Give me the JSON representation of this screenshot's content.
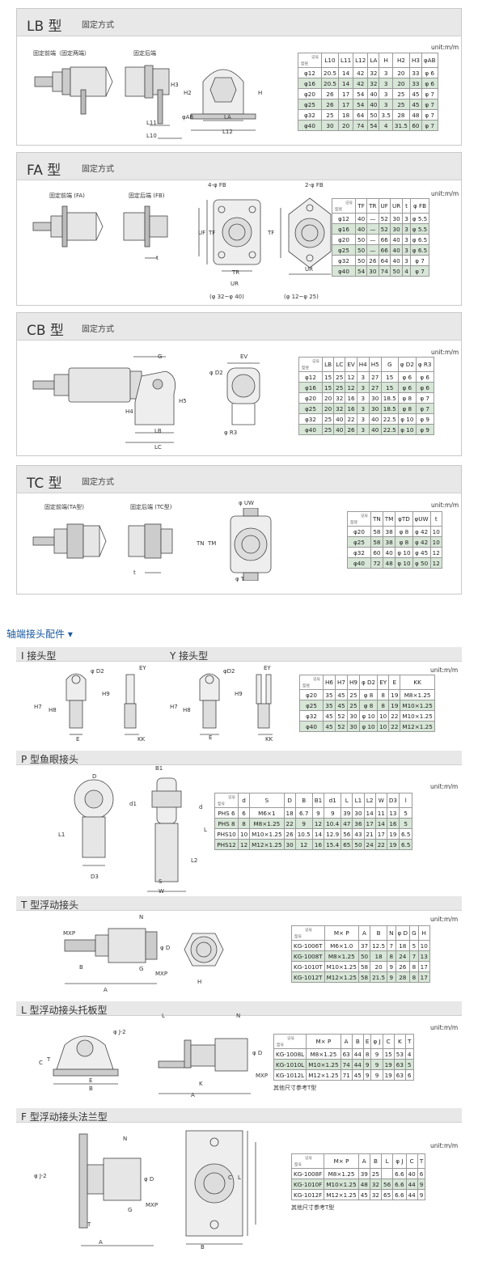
{
  "lb": {
    "title": "LB 型",
    "sub": "固定方式",
    "front": "固定前端（固定两端）",
    "rear": "固定后端",
    "unit": "unit:m/m",
    "corner_a": "记号",
    "corner_b": "型径",
    "dims": [
      "H3",
      "H2",
      "L11",
      "L10",
      "φAB",
      "LA",
      "L12",
      "H"
    ],
    "headers": [
      "L10",
      "L11",
      "L12",
      "LA",
      "H",
      "H2",
      "H3",
      "φAB"
    ],
    "rows": [
      [
        "φ12",
        "20.5",
        "14",
        "42",
        "32",
        "3",
        "20",
        "33",
        "φ 6"
      ],
      [
        "φ16",
        "20.5",
        "14",
        "42",
        "32",
        "3",
        "20",
        "33",
        "φ 6"
      ],
      [
        "φ20",
        "26",
        "17",
        "54",
        "40",
        "3",
        "25",
        "45",
        "φ 7"
      ],
      [
        "φ25",
        "26",
        "17",
        "54",
        "40",
        "3",
        "25",
        "45",
        "φ 7"
      ],
      [
        "φ32",
        "25",
        "18",
        "64",
        "50",
        "3.5",
        "28",
        "48",
        "φ 7"
      ],
      [
        "φ40",
        "30",
        "20",
        "74",
        "54",
        "4",
        "31.5",
        "60",
        "φ 7"
      ]
    ]
  },
  "fa": {
    "title": "FA 型",
    "sub": "固定方式",
    "front": "固定前端 (FA)",
    "rear": "固定后端 (FB)",
    "unit": "unit:m/m",
    "corner_a": "记号",
    "corner_b": "型径",
    "fb4": "4-φ FB",
    "fb2": "2-φ FB",
    "cap1": "(φ 32~φ 40)",
    "cap2": "(φ 12~φ 25)",
    "dims": [
      "UF",
      "TF",
      "TR",
      "UR",
      "t"
    ],
    "headers": [
      "TF",
      "TR",
      "UF",
      "UR",
      "t",
      "φ FB"
    ],
    "rows": [
      [
        "φ12",
        "40",
        "—",
        "52",
        "30",
        "3",
        "φ 5.5"
      ],
      [
        "φ16",
        "40",
        "—",
        "52",
        "30",
        "3",
        "φ 5.5"
      ],
      [
        "φ20",
        "50",
        "—",
        "66",
        "40",
        "3",
        "φ 6.5"
      ],
      [
        "φ25",
        "50",
        "—",
        "66",
        "40",
        "3",
        "φ 6.5"
      ],
      [
        "φ32",
        "50",
        "26",
        "64",
        "40",
        "3",
        "φ 7"
      ],
      [
        "φ40",
        "54",
        "30",
        "74",
        "50",
        "4",
        "φ 7"
      ]
    ]
  },
  "cb": {
    "title": "CB 型",
    "sub": "固定方式",
    "unit": "unit:m/m",
    "corner_a": "记号",
    "corner_b": "型径",
    "dims": [
      "G",
      "H4",
      "LB",
      "LC",
      "H5",
      "φ D2",
      "EV",
      "φ R3"
    ],
    "headers": [
      "LB",
      "LC",
      "EV",
      "H4",
      "H5",
      "G",
      "φ D2",
      "φ R3"
    ],
    "rows": [
      [
        "φ12",
        "15",
        "25",
        "12",
        "3",
        "27",
        "15",
        "φ 6",
        "φ 6"
      ],
      [
        "φ16",
        "15",
        "25",
        "12",
        "3",
        "27",
        "15",
        "φ 6",
        "φ 6"
      ],
      [
        "φ20",
        "20",
        "32",
        "16",
        "3",
        "30",
        "18.5",
        "φ 8",
        "φ 7"
      ],
      [
        "φ25",
        "20",
        "32",
        "16",
        "3",
        "30",
        "18.5",
        "φ 8",
        "φ 7"
      ],
      [
        "φ32",
        "25",
        "40",
        "22",
        "3",
        "40",
        "22.5",
        "φ 10",
        "φ 9"
      ],
      [
        "φ40",
        "25",
        "40",
        "26",
        "3",
        "40",
        "22.5",
        "φ 10",
        "φ 9"
      ]
    ]
  },
  "tc": {
    "title": "TC 型",
    "sub": "固定方式",
    "front": "固定前端(TA型)",
    "rear": "固定后端 (TC型)",
    "unit": "unit:m/m",
    "corner_a": "记号",
    "corner_b": "型径",
    "dims": [
      "φ UW",
      "TN",
      "TM",
      "φ TD",
      "t"
    ],
    "headers": [
      "TN",
      "TM",
      "φTD",
      "φUW",
      "t"
    ],
    "rows": [
      [
        "φ20",
        "58",
        "38",
        "φ 8",
        "φ 42",
        "10"
      ],
      [
        "φ25",
        "58",
        "38",
        "φ 8",
        "φ 42",
        "10"
      ],
      [
        "φ32",
        "60",
        "40",
        "φ 10",
        "φ 45",
        "12"
      ],
      [
        "φ40",
        "72",
        "48",
        "φ 10",
        "φ 50",
        "12"
      ]
    ]
  },
  "accessories_title": "轴端接头配件 ▾",
  "iy": {
    "title_i": "I 接头型",
    "title_y": "Y 接头型",
    "unit": "unit:m/m",
    "corner_a": "记号",
    "corner_b": "型径",
    "dims": [
      "φ D2",
      "EY",
      "H7",
      "H8",
      "H9",
      "E",
      "KK",
      "φD2"
    ],
    "headers": [
      "H6",
      "H7",
      "H9",
      "φ D2",
      "EY",
      "E",
      "KK"
    ],
    "rows": [
      [
        "φ20",
        "35",
        "45",
        "25",
        "φ 8",
        "8",
        "19",
        "M8×1.25"
      ],
      [
        "φ25",
        "35",
        "45",
        "25",
        "φ 8",
        "8",
        "19",
        "M10×1.25"
      ],
      [
        "φ32",
        "45",
        "52",
        "30",
        "φ 10",
        "10",
        "22",
        "M10×1.25"
      ],
      [
        "φ40",
        "45",
        "52",
        "30",
        "φ 10",
        "10",
        "22",
        "M12×1.25"
      ]
    ]
  },
  "p": {
    "title": "P 型鱼眼接头",
    "unit": "unit:m/m",
    "corner_a": "记号",
    "corner_b": "型号",
    "dims": [
      "D",
      "B1",
      "d1",
      "d",
      "L1",
      "L",
      "L2",
      "D3",
      "S",
      "W"
    ],
    "headers": [
      "d",
      "S",
      "D",
      "B",
      "B1",
      "d1",
      "L",
      "L1",
      "L2",
      "W",
      "D3",
      "l"
    ],
    "rows": [
      [
        "PHS 6",
        "6",
        "M6×1",
        "18",
        "6.7",
        "9",
        "9",
        "39",
        "30",
        "14",
        "11",
        "13",
        "5"
      ],
      [
        "PHS 8",
        "8",
        "M8×1.25",
        "22",
        "9",
        "12",
        "10.4",
        "47",
        "36",
        "17",
        "14",
        "16",
        "5"
      ],
      [
        "PHS10",
        "10",
        "M10×1.25",
        "26",
        "10.5",
        "14",
        "12.9",
        "56",
        "43",
        "21",
        "17",
        "19",
        "6.5"
      ],
      [
        "PHS12",
        "12",
        "M12×1.25",
        "30",
        "12",
        "16",
        "15.4",
        "65",
        "50",
        "24",
        "22",
        "19",
        "6.5"
      ]
    ]
  },
  "t": {
    "title": "T 型浮动接头",
    "unit": "unit:m/m",
    "corner_a": "记号",
    "corner_b": "型号",
    "dims": [
      "N",
      "MXP",
      "φ D",
      "B",
      "G",
      "MXP",
      "A",
      "H"
    ],
    "headers": [
      "M× P",
      "A",
      "B",
      "N",
      "φ D",
      "G",
      "H"
    ],
    "rows": [
      [
        "KG-1006T",
        "M6×1.0",
        "37",
        "12.5",
        "7",
        "18",
        "5",
        "10"
      ],
      [
        "KG-1008T",
        "M8×1.25",
        "50",
        "18",
        "8",
        "24",
        "7",
        "13"
      ],
      [
        "KG-1010T",
        "M10×1.25",
        "58",
        "20",
        "9",
        "26",
        "8",
        "17"
      ],
      [
        "KG-1012T",
        "M12×1.25",
        "58",
        "21.5",
        "9",
        "28",
        "8",
        "17"
      ]
    ]
  },
  "l": {
    "title": "L 型浮动接头托板型",
    "unit": "unit:m/m",
    "corner_a": "记号",
    "corner_b": "型号",
    "note": "其他尺寸参考T型",
    "dims": [
      "φ J-2",
      "L",
      "N",
      "C",
      "T",
      "E",
      "B",
      "φ D",
      "K",
      "MXP",
      "A"
    ],
    "headers": [
      "M× P",
      "A",
      "B",
      "E",
      "φ J",
      "C",
      "K",
      "T"
    ],
    "rows": [
      [
        "KG-1008L",
        "M8×1.25",
        "63",
        "44",
        "8",
        "9",
        "15",
        "53",
        "4"
      ],
      [
        "KG-1010L",
        "M10×1.25",
        "74",
        "44",
        "9",
        "9",
        "19",
        "63",
        "5"
      ],
      [
        "KG-1012L",
        "M12×1.25",
        "71",
        "45",
        "9",
        "9",
        "19",
        "63",
        "6"
      ]
    ]
  },
  "f": {
    "title": "F 型浮动接头法兰型",
    "unit": "unit:m/m",
    "corner_a": "记号",
    "corner_b": "型号",
    "note": "其他尺寸参考T型",
    "dims": [
      "φ J-2",
      "N",
      "φ D",
      "MXP",
      "G",
      "T",
      "A",
      "C",
      "L",
      "B"
    ],
    "headers": [
      "M× P",
      "A",
      "B",
      "L",
      "φ J",
      "C",
      "T"
    ],
    "rows": [
      [
        "KG-1008F",
        "M8×1.25",
        "39",
        "25",
        "",
        "6.6",
        "40",
        "6"
      ],
      [
        "KG-1010F",
        "M10×1.25",
        "48",
        "32",
        "56",
        "6.6",
        "44",
        "9"
      ],
      [
        "KG-1012F",
        "M12×1.25",
        "45",
        "32",
        "65",
        "6.6",
        "44",
        "9"
      ]
    ]
  }
}
